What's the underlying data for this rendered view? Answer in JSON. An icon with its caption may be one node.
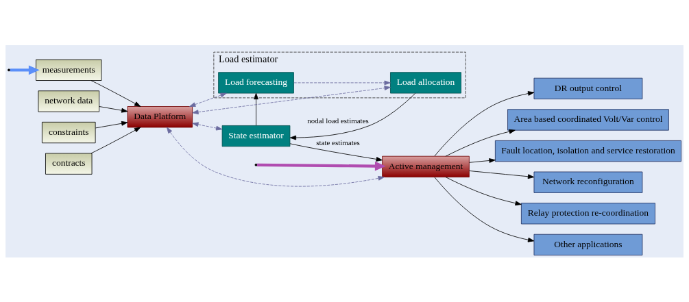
{
  "diagram": {
    "nodes": [
      {
        "text": [
          "Load estimator"
        ]
      },
      {
        "text": [
          "Load allocation"
        ],
        "in": 0
      },
      {
        "text": [
          "Load forecasting"
        ],
        "in": 0
      },
      {
        "text": [
          "State estimator"
        ]
      },
      {
        "text": [
          "Active management"
        ]
      },
      {
        "text": [
          "Data Platform"
        ]
      },
      {
        "text": [
          "measurements"
        ]
      },
      {
        "text": [
          "network data"
        ]
      },
      {
        "text": [
          "constraints"
        ]
      },
      {
        "text": [
          "contracts"
        ]
      },
      {
        "text": [
          "DR output control"
        ]
      },
      {
        "text": [
          "Area based coordinated Volt/Var control"
        ]
      },
      {
        "text": [
          "Fault location, isolation and service restoration"
        ]
      },
      {
        "text": [
          "Network reconfiguration"
        ]
      },
      {
        "text": [
          "Relay protection re-coordination"
        ]
      },
      {
        "text": [
          "Other applications"
        ]
      }
    ],
    "edges": [
      {
        "from": 1,
        "to": 3,
        "arrow": "to",
        "label": "nodal load estimates"
      },
      {
        "from": 3,
        "to": 4,
        "arrow": "to",
        "label": "state estimates"
      },
      {
        "from": 3,
        "to": 2,
        "arrow": "to"
      },
      {
        "from": 2,
        "to": 1,
        "arrow": "to",
        "style": "dashed",
        "color": "#6b6b9f"
      },
      {
        "from": 5,
        "to": 1,
        "arrow": "both",
        "style": "dashed",
        "color": "#6b6b9f"
      },
      {
        "from": 5,
        "to": 2,
        "arrow": "both",
        "style": "dashed",
        "color": "#6b6b9f"
      },
      {
        "from": 5,
        "to": 3,
        "arrow": "both",
        "style": "dashed",
        "color": "#6b6b9f"
      },
      {
        "from": 5,
        "to": 4,
        "arrow": "both",
        "style": "dashed",
        "color": "#6b6b9f"
      },
      {
        "from": 6,
        "to": 5,
        "arrow": "to"
      },
      {
        "from": 7,
        "to": 5,
        "arrow": "to"
      },
      {
        "from": 8,
        "to": 5,
        "arrow": "to"
      },
      {
        "from": 9,
        "to": 5,
        "arrow": "to"
      },
      {
        "from": 4,
        "to": 10,
        "arrow": "to"
      },
      {
        "from": 4,
        "to": 11,
        "arrow": "to"
      },
      {
        "from": 4,
        "to": 12,
        "arrow": "to"
      },
      {
        "from": 4,
        "to": 13,
        "arrow": "to"
      },
      {
        "from": 4,
        "to": 14,
        "arrow": "to"
      },
      {
        "from": 4,
        "to": 15,
        "arrow": "to"
      },
      {
        "from": null,
        "to": 6,
        "arrow": "to",
        "style": "thick",
        "color": "#5b8ff9"
      },
      {
        "from": null,
        "to": 4,
        "arrow": "to",
        "style": "thick",
        "color": "#b04cb0"
      }
    ]
  }
}
